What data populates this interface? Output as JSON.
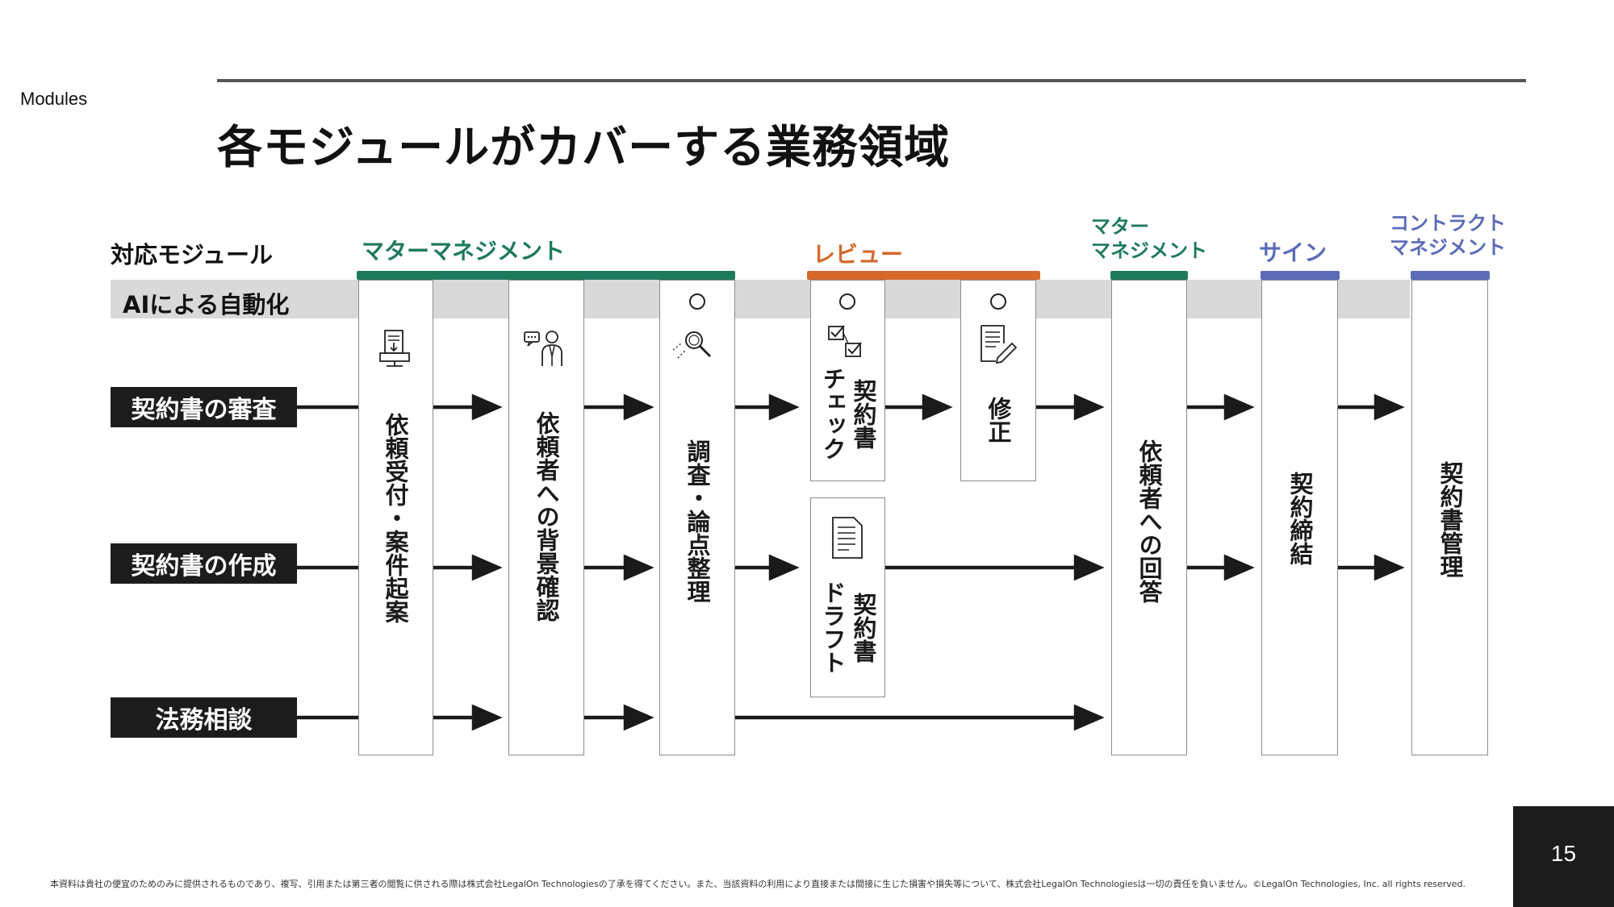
{
  "section_tag": "Modules",
  "title": "各モジュールがカバーする業務領域",
  "row_header": "対応モジュール",
  "ai_label": "AIによる自動化",
  "modules": [
    {
      "label_lines": [
        "マターマネジメント"
      ],
      "color": "#1e7a5c"
    },
    {
      "label_lines": [
        "レビュー"
      ],
      "color": "#d4692b"
    },
    {
      "label_lines": [
        "マター",
        "マネジメント"
      ],
      "color": "#1e7a5c"
    },
    {
      "label_lines": [
        "サイン"
      ],
      "color": "#5a6bb8"
    },
    {
      "label_lines": [
        "コントラクト",
        "マネジメント"
      ],
      "color": "#5a6bb8"
    }
  ],
  "rows": [
    "契約書の審査",
    "契約書の作成",
    "法務相談"
  ],
  "columns": [
    {
      "name": "依頼受付・案件起案",
      "icon": "document-intake-icon",
      "ai": false
    },
    {
      "name": "依頼者への背景確認",
      "icon": "consultation-icon",
      "ai": false
    },
    {
      "name": "調査・論点整理",
      "icon": "magnifier-icon",
      "ai": true
    },
    {
      "name": "依頼者への回答",
      "icon": "",
      "ai": false
    },
    {
      "name": "契約締結",
      "icon": "",
      "ai": false
    },
    {
      "name": "契約書管理",
      "icon": "",
      "ai": false
    }
  ],
  "review_boxes": [
    {
      "lines": [
        "契約書",
        "チェック"
      ],
      "icon": "checklist-icon",
      "ai": true
    },
    {
      "lines": [
        "修正"
      ],
      "icon": "edit-document-icon",
      "ai": true
    },
    {
      "lines": [
        "契約書",
        "ドラフト"
      ],
      "icon": "draft-document-icon",
      "ai": false
    }
  ],
  "ai_marker": "○",
  "footer": "本資料は貴社の便宜のためのみに提供されるものであり、複写、引用または第三者の閲覧に供される際は株式会社LegalOn Technologiesの了承を得てください。また、当該資料の利用により直接または間接に生じた損害や損失等について、株式会社LegalOn Technologiesは一切の責任を負いません。©LegalOn Technologies, Inc. all rights reserved.",
  "page_number": "15",
  "colors": {
    "accent_green": "#1e7a5c",
    "accent_orange": "#d4692b",
    "accent_blue": "#5a6bb8",
    "band_gray": "#d9d9d9",
    "dark": "#1c1c1c"
  }
}
